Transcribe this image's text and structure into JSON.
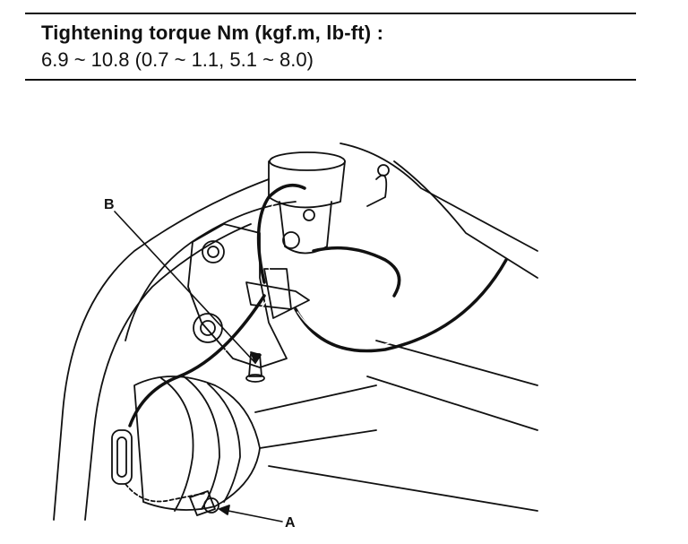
{
  "torque": {
    "title": "Tightening torque Nm (kgf.m, lb-ft) :",
    "value": "6.9 ~ 10.8 (0.7 ~ 1.1, 5.1 ~ 8.0)"
  },
  "callouts": {
    "a": "A",
    "b": "B"
  }
}
